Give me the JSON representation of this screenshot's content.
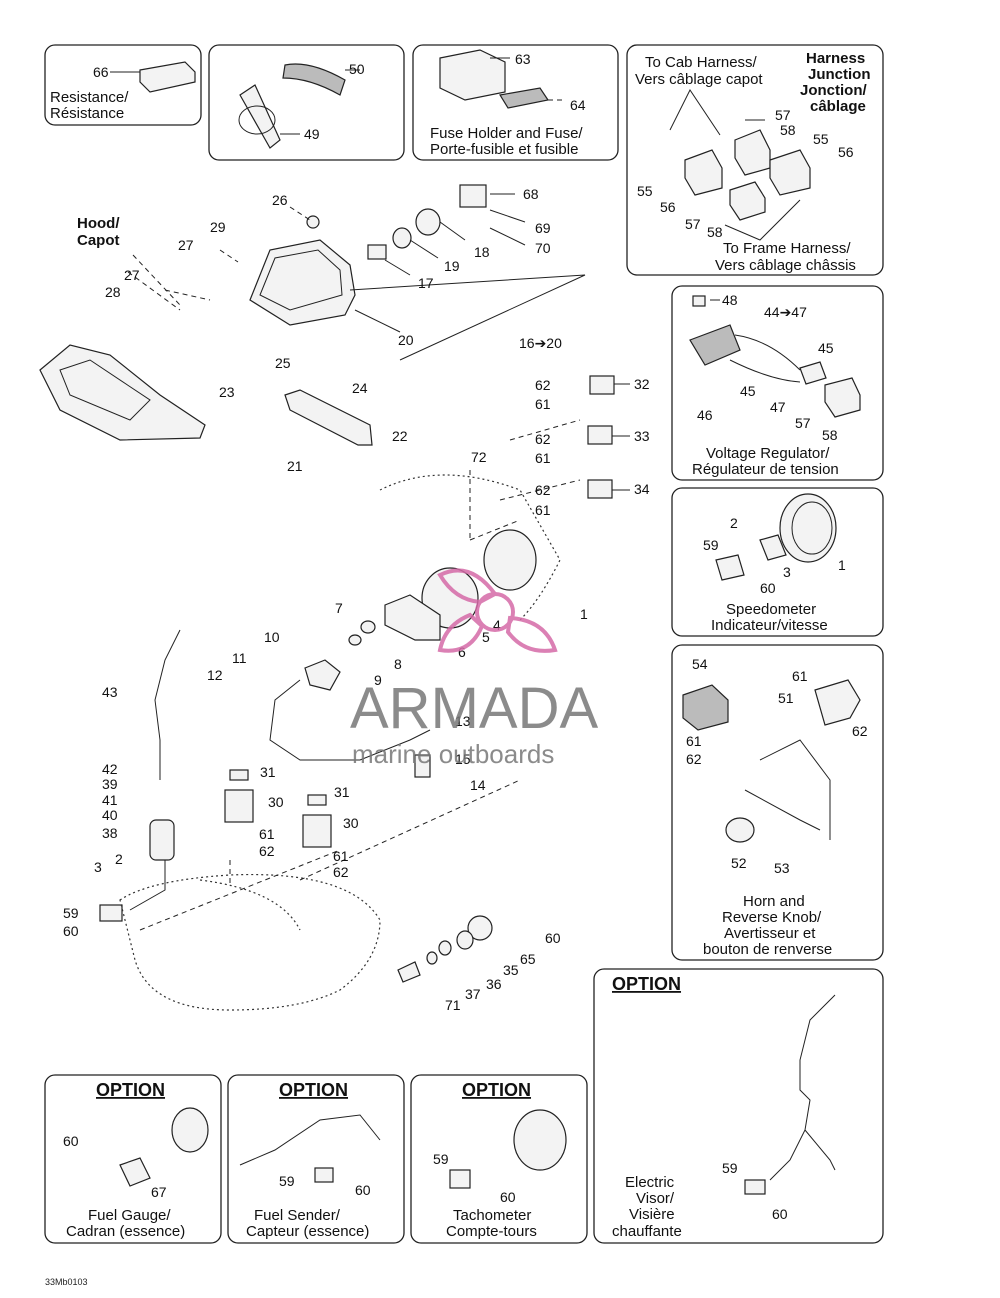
{
  "boxes": {
    "resistance": {
      "caption_en": "Resistance/",
      "caption_fr": "Résistance",
      "part": "66"
    },
    "ties": {
      "parts": [
        "50",
        "49"
      ]
    },
    "fuse": {
      "caption_en": "Fuse Holder and Fuse/",
      "caption_fr": "Porte-fusible et fusible",
      "parts": [
        "63",
        "64"
      ]
    },
    "harness": {
      "title_1": "Harness",
      "title_2": "Junction",
      "title_3": "Jonction/",
      "title_4": "câblage",
      "top_1": "To Cab Harness/",
      "top_2": "Vers câblage capot",
      "bottom_1": "To Frame Harness/",
      "bottom_2": "Vers câblage châssis",
      "parts": [
        "57",
        "58",
        "55",
        "56",
        "55",
        "56",
        "57",
        "58"
      ]
    },
    "regulator": {
      "caption_en": "Voltage Regulator/",
      "caption_fr": "Régulateur de tension",
      "parts": [
        "48",
        "44➔47",
        "45",
        "45",
        "46",
        "47",
        "57",
        "58"
      ]
    },
    "speedometer": {
      "caption_en": "Speedometer",
      "caption_fr": "Indicateur/vitesse",
      "parts": [
        "2",
        "59",
        "3",
        "1",
        "60"
      ]
    },
    "horn": {
      "caption_1": "Horn and",
      "caption_2": "Reverse Knob/",
      "caption_3": "Avertisseur et",
      "caption_4": "bouton de renverse",
      "parts": [
        "54",
        "61",
        "51",
        "62",
        "61",
        "62",
        "52",
        "53"
      ]
    },
    "fuel_gauge": {
      "option": "OPTION",
      "caption_en": "Fuel Gauge/",
      "caption_fr": "Cadran (essence)",
      "parts": [
        "60",
        "67"
      ]
    },
    "fuel_sender": {
      "option": "OPTION",
      "caption_en": "Fuel Sender/",
      "caption_fr": "Capteur (essence)",
      "parts": [
        "59",
        "60"
      ]
    },
    "tachometer": {
      "option": "OPTION",
      "caption_en": "Tachometer",
      "caption_fr": "Compte-tours",
      "parts": [
        "59",
        "60"
      ]
    },
    "visor": {
      "option": "OPTION",
      "caption_1": "Electric",
      "caption_2": "Visor/",
      "caption_3": "Visière",
      "caption_4": "chauffante",
      "parts": [
        "59",
        "60"
      ]
    }
  },
  "hood_label_1": "Hood/",
  "hood_label_2": "Capot",
  "main_parts": [
    "26",
    "29",
    "27",
    "27",
    "28",
    "68",
    "69",
    "70",
    "18",
    "19",
    "17",
    "20",
    "16➔20",
    "25",
    "24",
    "23",
    "22",
    "21",
    "62",
    "32",
    "61",
    "62",
    "33",
    "61",
    "72",
    "62",
    "34",
    "61",
    "7",
    "10",
    "11",
    "12",
    "1",
    "4",
    "5",
    "6",
    "8",
    "9",
    "13",
    "15",
    "14",
    "43",
    "42",
    "39",
    "41",
    "40",
    "38",
    "31",
    "30",
    "61",
    "62",
    "31",
    "30",
    "61",
    "62",
    "3",
    "2",
    "59",
    "60",
    "60",
    "65",
    "35",
    "36",
    "37",
    "71"
  ],
  "watermark": {
    "brand": "ARMADA",
    "tagline": "marine outboards"
  },
  "drawing_code": "33Mb0103",
  "colors": {
    "watermark_pink": "#d56aa7",
    "watermark_grey": "#777777"
  }
}
